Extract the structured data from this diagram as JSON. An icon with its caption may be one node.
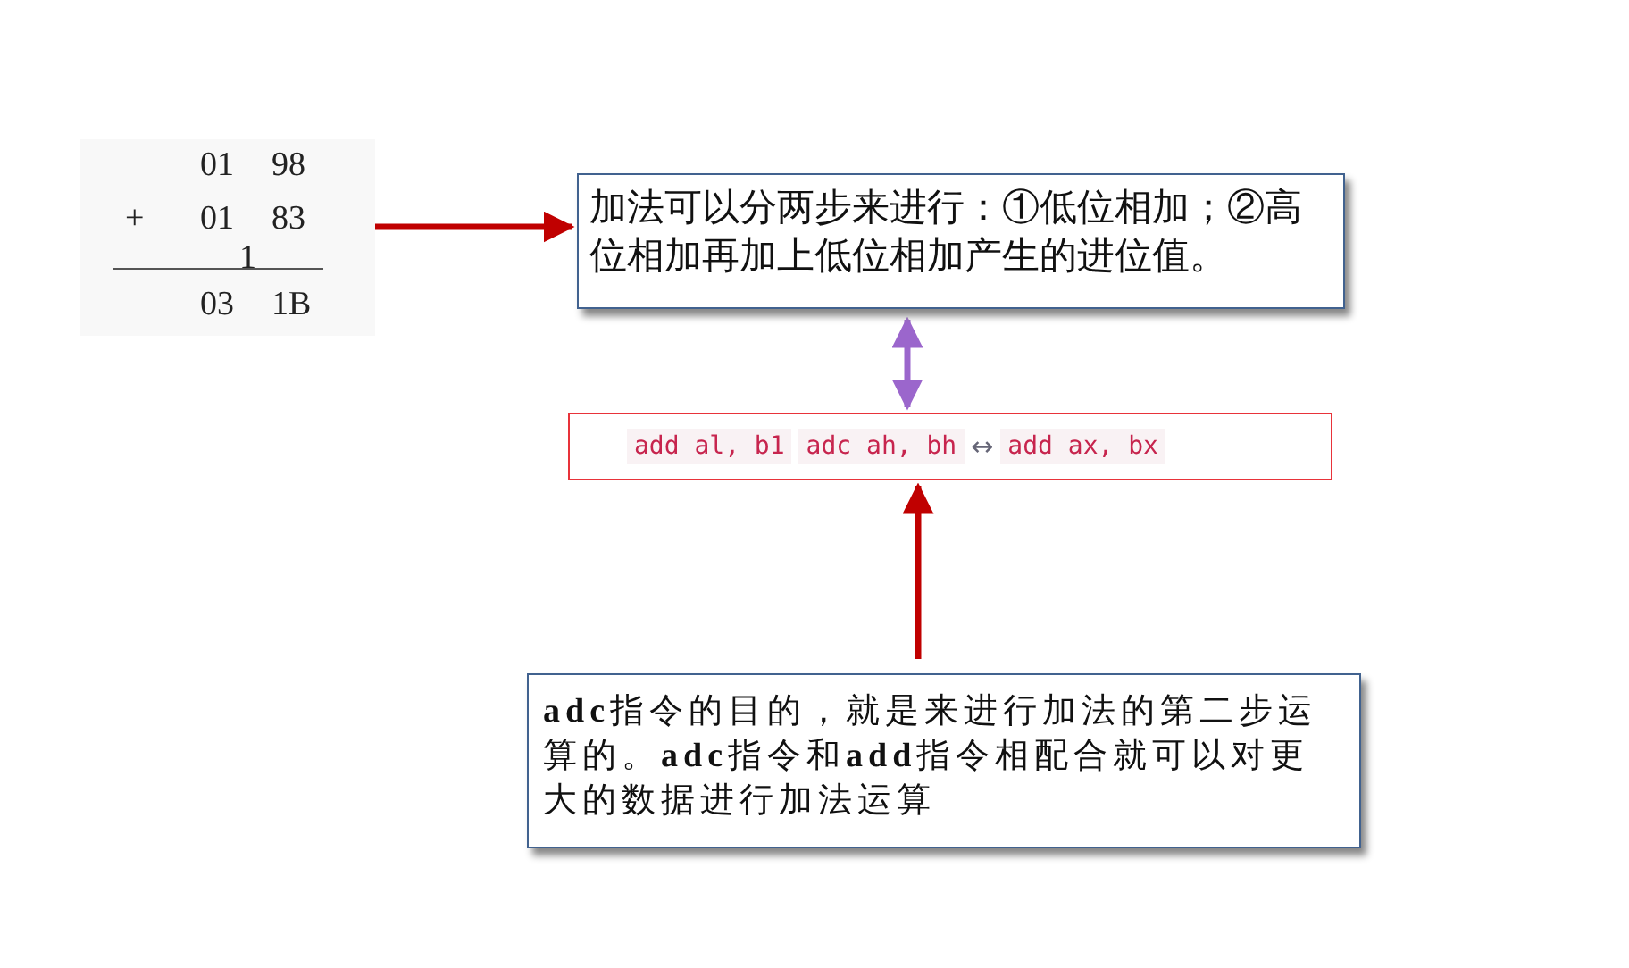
{
  "diagram": {
    "nodes": [
      {
        "text": [
          "01",
          "98",
          "+",
          "01",
          "83",
          "1",
          "03",
          "1B"
        ]
      },
      {
        "text": [
          "加法可以分两步来进行：①低位相加；②高位相加再加上低位相加产生的进位值。"
        ]
      },
      {
        "text": [
          "add al, b1",
          "adc ah, bh",
          "↔",
          "add ax, bx"
        ]
      },
      {
        "text": [
          "**adc**指令的目的，就是来进行加法的第二步运算的。**adc**指令和**add**指令相配合就可以对更大的数据进行加法运算"
        ]
      }
    ],
    "edges": [
      {
        "from": 0,
        "to": 1,
        "arrow": "to"
      },
      {
        "from": 1,
        "to": 2,
        "arrow": "both",
        "color": "#9b66cc"
      },
      {
        "from": 3,
        "to": 2,
        "arrow": "to"
      }
    ]
  }
}
